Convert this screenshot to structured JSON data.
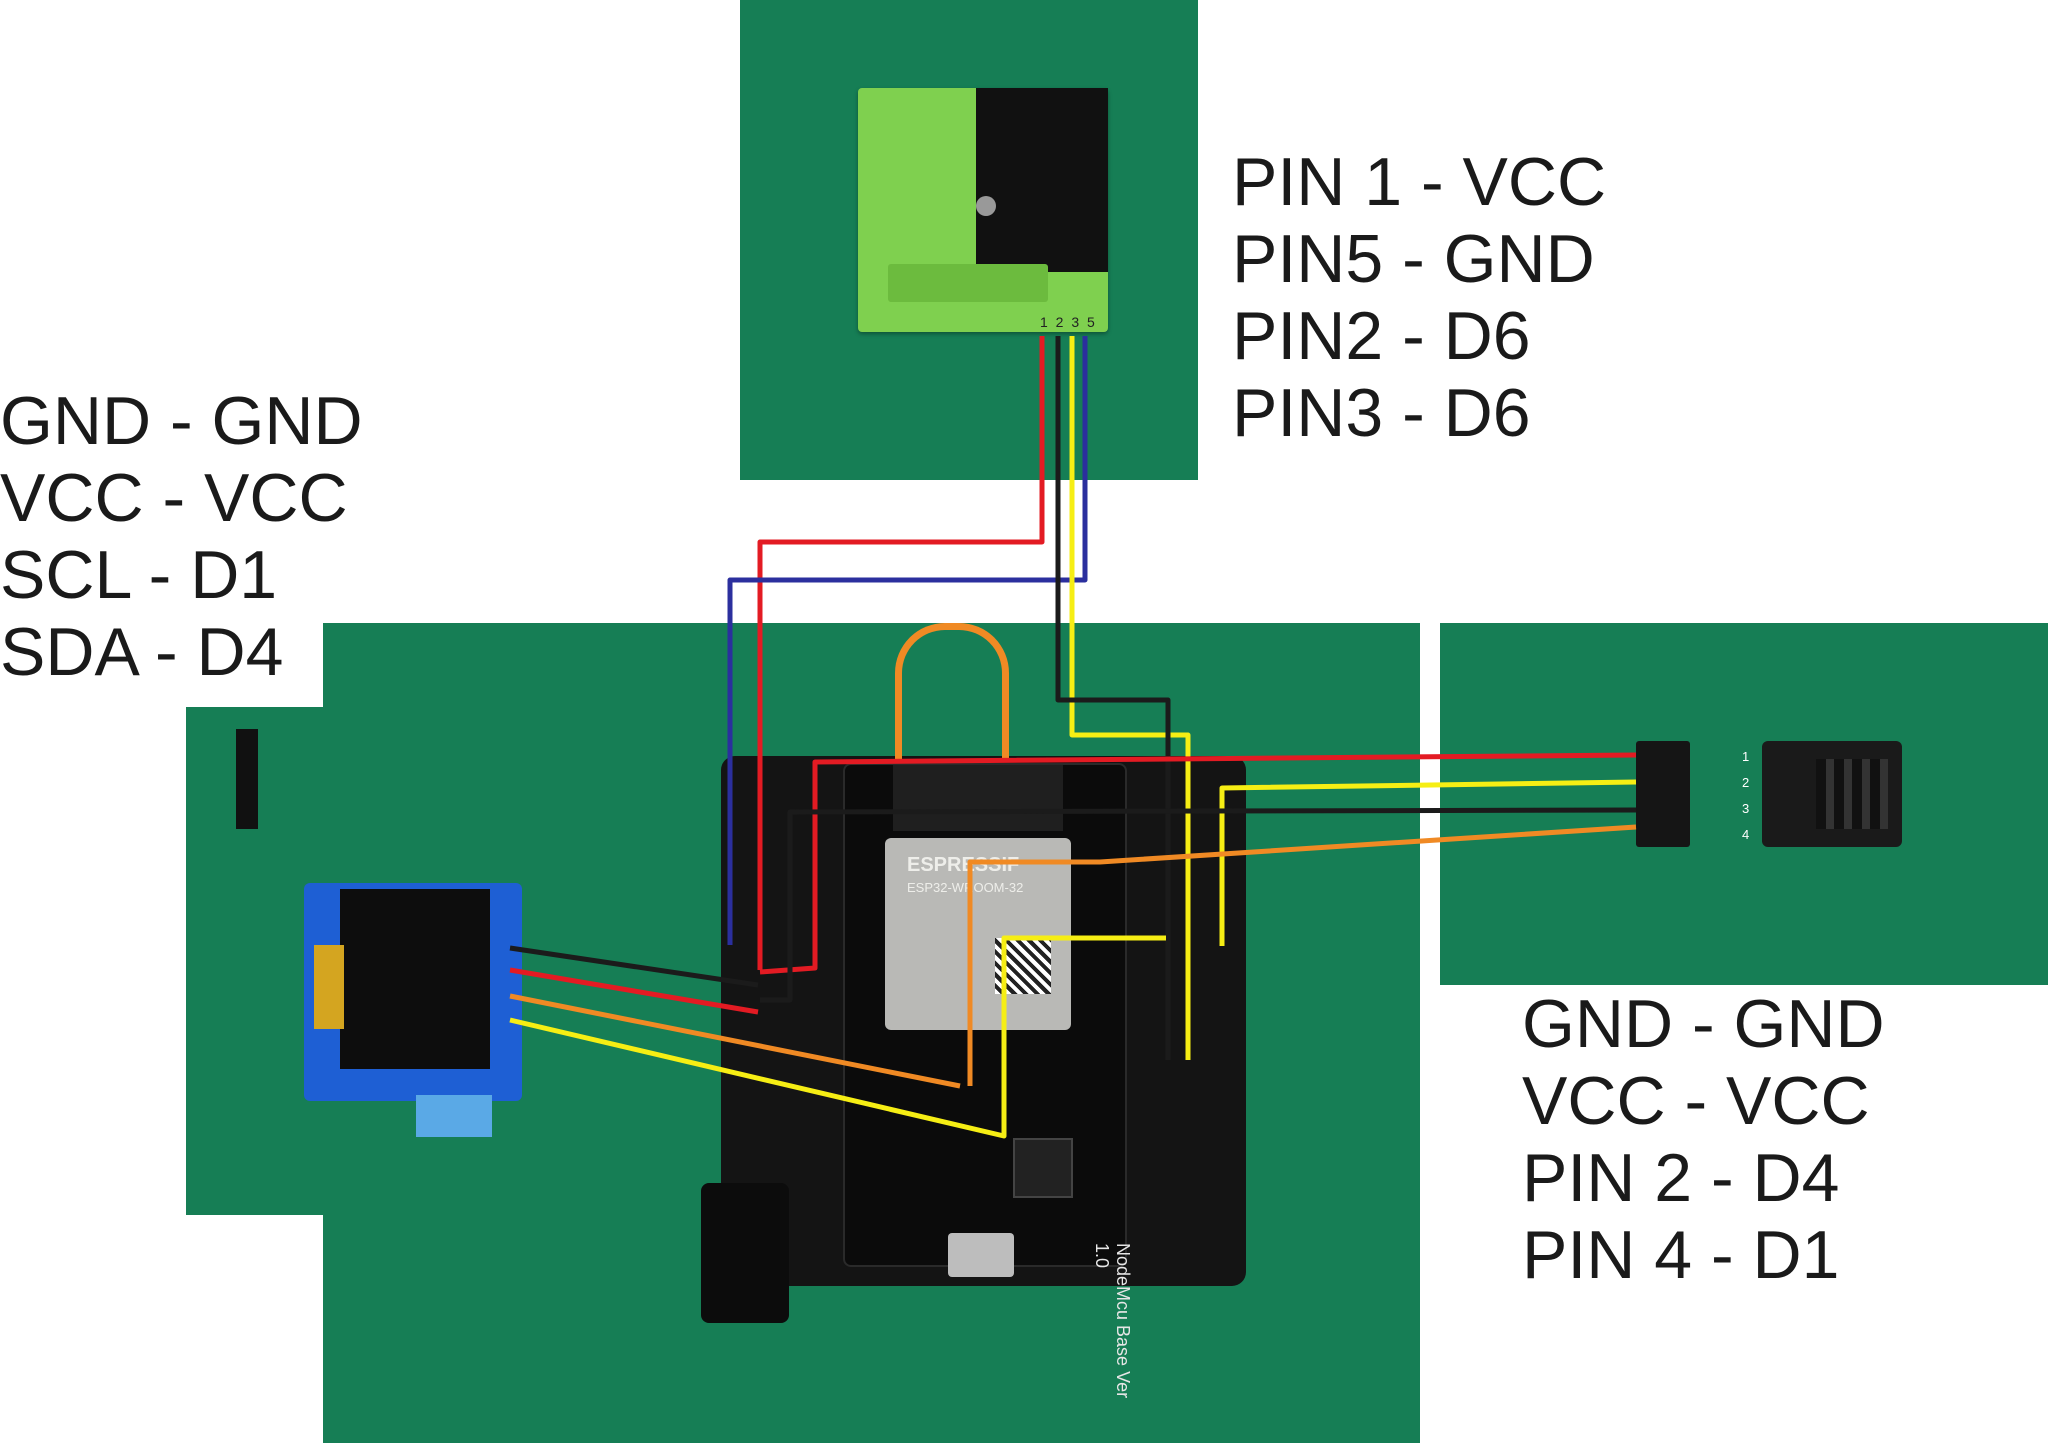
{
  "sds011": {
    "pin_markings": "1 2 3 5",
    "connections": [
      "PIN 1 - VCC",
      "PIN5 - GND",
      "PIN2 - D6",
      "PIN3 - D6"
    ]
  },
  "oled": {
    "connections": [
      "GND - GND",
      "VCC - VCC",
      "SCL - D1",
      "SDA - D4"
    ]
  },
  "am2320": {
    "pin_numbers": [
      "1",
      "2",
      "3",
      "4"
    ],
    "connections": [
      "GND - GND",
      "VCC - VCC",
      "PIN 2 - D4",
      "PIN 4 - D1"
    ]
  },
  "board": {
    "module_brand": "ESPRESSIF",
    "module_model": "ESP32-WROOM-32",
    "base_name": "NodeMcu Base Ver 1.0"
  },
  "colors": {
    "panel_green": "#167e55",
    "sensor_green": "#7fd04f",
    "wire_red": "#e31b23",
    "wire_blue": "#2b2f9e",
    "wire_yellow": "#f6ee14",
    "wire_black": "#1b1b1b",
    "wire_orange": "#f08a24"
  }
}
